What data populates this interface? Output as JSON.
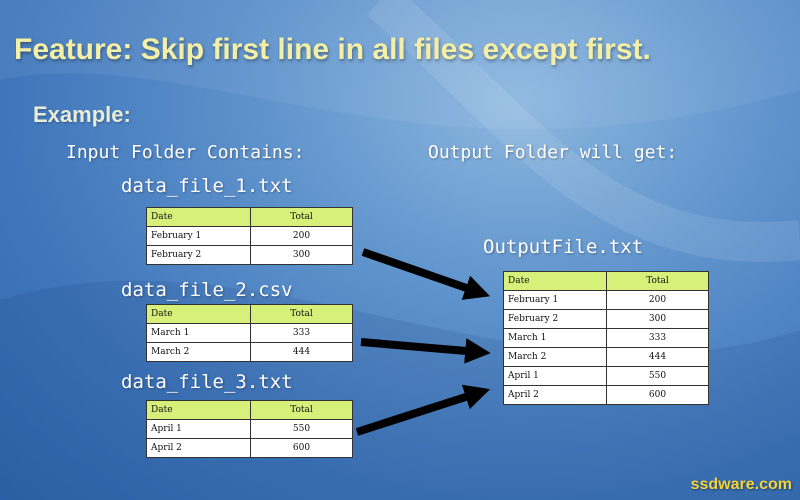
{
  "slide": {
    "title": "Feature: Skip first line in all files except first.",
    "example_label": "Example:",
    "input_heading": "Input Folder Contains:",
    "output_heading": "Output Folder will get:",
    "watermark": "ssdware.com"
  },
  "input_files": [
    {
      "name": "data_file_1.txt",
      "header": [
        "Date",
        "Total"
      ],
      "rows": [
        [
          "February 1",
          "200"
        ],
        [
          "February 2",
          "300"
        ]
      ]
    },
    {
      "name": "data_file_2.csv",
      "header": [
        "Date",
        "Total"
      ],
      "rows": [
        [
          "March 1",
          "333"
        ],
        [
          "March 2",
          "444"
        ]
      ]
    },
    {
      "name": "data_file_3.txt",
      "header": [
        "Date",
        "Total"
      ],
      "rows": [
        [
          "April 1",
          "550"
        ],
        [
          "April 2",
          "600"
        ]
      ]
    }
  ],
  "output_file": {
    "name": "OutputFile.txt",
    "header": [
      "Date",
      "Total"
    ],
    "rows": [
      [
        "February 1",
        "200"
      ],
      [
        "February 2",
        "300"
      ],
      [
        "March 1",
        "333"
      ],
      [
        "March 2",
        "444"
      ],
      [
        "April 1",
        "550"
      ],
      [
        "April 2",
        "600"
      ]
    ]
  },
  "colors": {
    "title": "#f4efa6",
    "table_header": "#d6f07a",
    "watermark": "#f3d23a",
    "arrow": "#000000"
  }
}
